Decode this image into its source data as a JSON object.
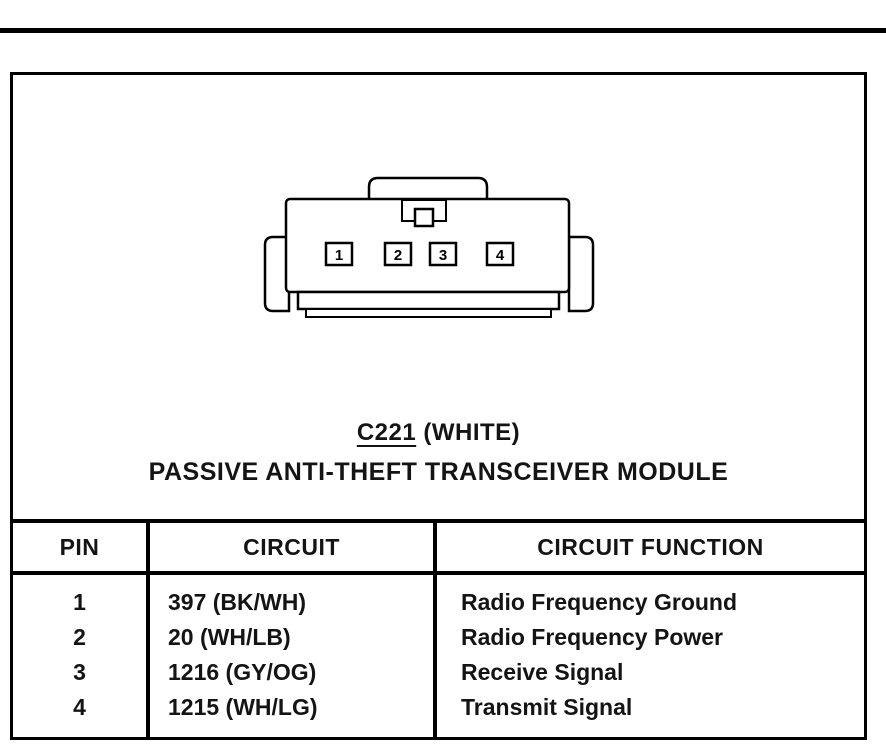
{
  "figure": {
    "connector_id": "C221",
    "connector_color_label": "(WHITE)",
    "module_title": "PASSIVE ANTI-THEFT TRANSCEIVER MODULE",
    "connector": {
      "pins": [
        "1",
        "2",
        "3",
        "4"
      ]
    }
  },
  "table": {
    "headers": [
      "PIN",
      "CIRCUIT",
      "CIRCUIT FUNCTION"
    ],
    "rows": [
      {
        "pin": "1",
        "circuit": "397 (BK/WH)",
        "function": "Radio Frequency Ground"
      },
      {
        "pin": "2",
        "circuit": "20 (WH/LB)",
        "function": "Radio Frequency Power"
      },
      {
        "pin": "3",
        "circuit": "1216 (GY/OG)",
        "function": "Receive Signal"
      },
      {
        "pin": "4",
        "circuit": "1215 (WH/LG)",
        "function": "Transmit Signal"
      }
    ]
  },
  "colors": {
    "ink": "#000000",
    "paper": "#ffffff"
  }
}
